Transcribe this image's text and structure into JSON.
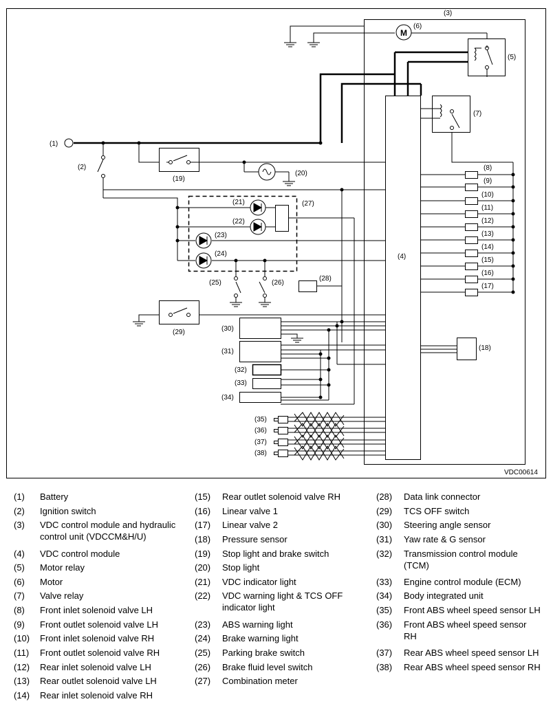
{
  "diagram": {
    "code": "VDC00614",
    "callouts": {
      "c1": "(1)",
      "c2": "(2)",
      "c3": "(3)",
      "c4": "(4)",
      "c5": "(5)",
      "c6": "(6)",
      "c7": "(7)",
      "c8": "(8)",
      "c9": "(9)",
      "c10": "(10)",
      "c11": "(11)",
      "c12": "(12)",
      "c13": "(13)",
      "c14": "(14)",
      "c15": "(15)",
      "c16": "(16)",
      "c17": "(17)",
      "c18": "(18)",
      "c19": "(19)",
      "c20": "(20)",
      "c21": "(21)",
      "c22": "(22)",
      "c23": "(23)",
      "c24": "(24)",
      "c25": "(25)",
      "c26": "(26)",
      "c27": "(27)",
      "c28": "(28)",
      "c29": "(29)",
      "c30": "(30)",
      "c31": "(31)",
      "c32": "(32)",
      "c33": "(33)",
      "c34": "(34)",
      "c35": "(35)",
      "c36": "(36)",
      "c37": "(37)",
      "c38": "(38)"
    },
    "motor_symbol": "M"
  },
  "legend": [
    {
      "num": "(1)",
      "text": "Battery"
    },
    {
      "num": "(2)",
      "text": "Ignition switch"
    },
    {
      "num": "(3)",
      "text": "VDC control module and hydraulic control unit (VDCCM&H/U)"
    },
    {
      "num": "(4)",
      "text": "VDC control module"
    },
    {
      "num": "(5)",
      "text": "Motor relay"
    },
    {
      "num": "(6)",
      "text": "Motor"
    },
    {
      "num": "(7)",
      "text": "Valve relay"
    },
    {
      "num": "(8)",
      "text": "Front inlet solenoid valve LH"
    },
    {
      "num": "(9)",
      "text": "Front outlet solenoid valve LH"
    },
    {
      "num": "(10)",
      "text": "Front inlet solenoid valve RH"
    },
    {
      "num": "(11)",
      "text": "Front outlet solenoid valve RH"
    },
    {
      "num": "(12)",
      "text": "Rear inlet solenoid valve LH"
    },
    {
      "num": "(13)",
      "text": "Rear outlet solenoid valve LH"
    },
    {
      "num": "(14)",
      "text": "Rear inlet solenoid valve RH"
    },
    {
      "num": "(15)",
      "text": "Rear outlet solenoid valve RH"
    },
    {
      "num": "(16)",
      "text": "Linear valve 1"
    },
    {
      "num": "(17)",
      "text": "Linear valve 2"
    },
    {
      "num": "(18)",
      "text": "Pressure sensor"
    },
    {
      "num": "(19)",
      "text": "Stop light and brake switch"
    },
    {
      "num": "(20)",
      "text": "Stop light"
    },
    {
      "num": "(21)",
      "text": "VDC indicator light"
    },
    {
      "num": "(22)",
      "text": "VDC warning light & TCS OFF indicator light"
    },
    {
      "num": "(23)",
      "text": "ABS warning light"
    },
    {
      "num": "(24)",
      "text": "Brake warning light"
    },
    {
      "num": "(25)",
      "text": "Parking brake switch"
    },
    {
      "num": "(26)",
      "text": "Brake fluid level switch"
    },
    {
      "num": "(27)",
      "text": "Combination meter"
    },
    {
      "num": "(28)",
      "text": "Data link connector"
    },
    {
      "num": "(29)",
      "text": "TCS OFF switch"
    },
    {
      "num": "(30)",
      "text": "Steering angle sensor"
    },
    {
      "num": "(31)",
      "text": "Yaw rate & G sensor"
    },
    {
      "num": "(32)",
      "text": "Transmission control module (TCM)"
    },
    {
      "num": "(33)",
      "text": "Engine control module (ECM)"
    },
    {
      "num": "(34)",
      "text": "Body integrated unit"
    },
    {
      "num": "(35)",
      "text": "Front ABS wheel speed sensor LH"
    },
    {
      "num": "(36)",
      "text": "Front ABS wheel speed sensor RH"
    },
    {
      "num": "(37)",
      "text": "Rear ABS wheel speed sensor LH"
    },
    {
      "num": "(38)",
      "text": "Rear ABS wheel speed sensor RH"
    }
  ]
}
